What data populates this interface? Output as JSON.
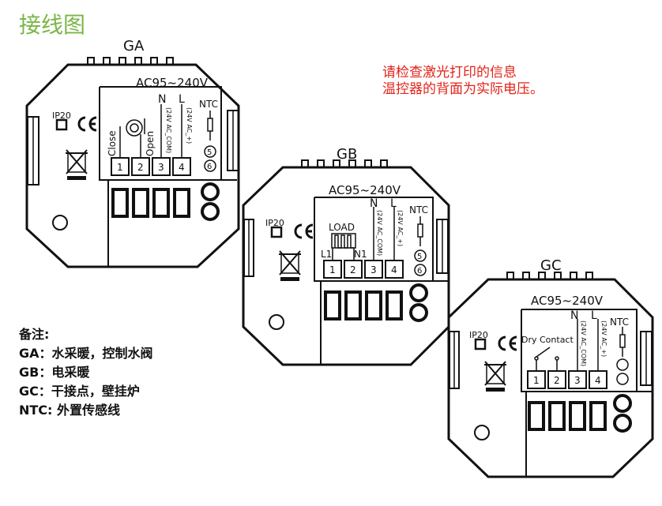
{
  "title": "接线图",
  "notice": [
    "请检查激光打印的信息",
    "温控器的背面为实际电压。"
  ],
  "legend": {
    "heading": "备注:",
    "lines": [
      "GA：水采暖，控制水阀",
      "GB：电采暖",
      "GC：干接点，壁挂炉",
      "NTC: 外置传感线"
    ]
  },
  "colors": {
    "title": "#7ab648",
    "notice": "#e2231a"
  },
  "common": {
    "ac": "AC95~240V",
    "n": "N",
    "l": "L",
    "ncom": "(24V AC_COM)",
    "lplus": "(24V AC_+)",
    "ntc": "NTC",
    "ip": "IP20",
    "ce": "CE",
    "t1": "1",
    "t2": "2",
    "t3": "3",
    "t4": "4",
    "n5": "5",
    "n6": "6"
  },
  "ga": {
    "label": "GA",
    "close": "Close",
    "open": "Open"
  },
  "gb": {
    "label": "GB",
    "load": "LOAD",
    "l1": "L1",
    "n1": "N1"
  },
  "gc": {
    "label": "GC",
    "dry": "Dry Contact"
  }
}
